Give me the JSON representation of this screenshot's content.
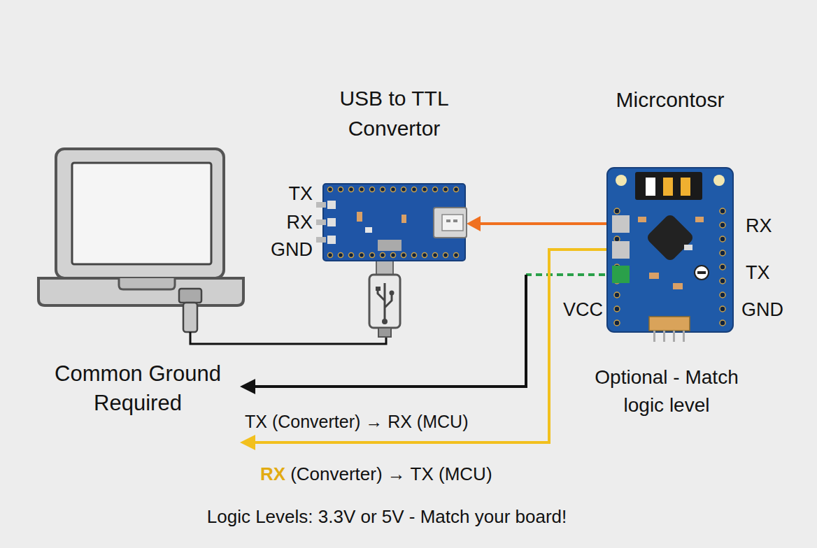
{
  "diagram": {
    "nodes": [
      {
        "text": [
          "USB to TTL Convertor"
        ]
      },
      {
        "text": [
          "Micrcontosr"
        ]
      }
    ],
    "edges": [
      {
        "from": 1,
        "to": 0,
        "arrow": "to"
      }
    ],
    "labels": [
      "TX",
      "RX",
      "GND",
      "RX",
      "TX",
      "GND",
      "VCC",
      "Optional - Match logic level",
      "Common Ground Required",
      "TX (Converter) → RX (MCU)",
      "RX",
      "(Converter) → TX (MCU)",
      "Logic Levels: 3.3V or 5V - Match your board!"
    ]
  }
}
